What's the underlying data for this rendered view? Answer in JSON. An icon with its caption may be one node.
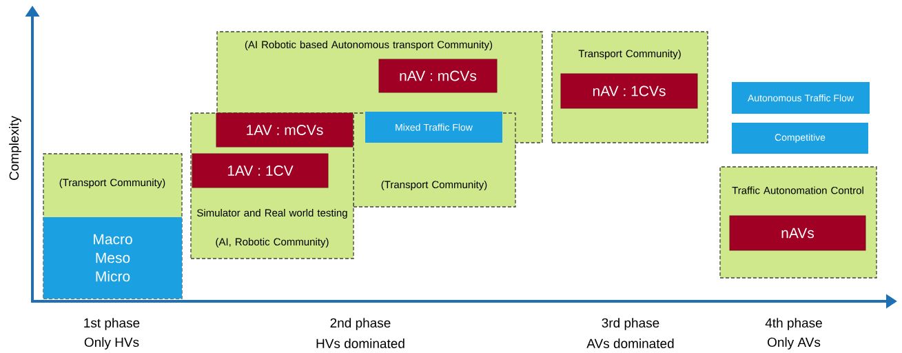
{
  "diagram": {
    "nodes": [
      {
        "text": [
          "(Transport Community)"
        ]
      },
      {
        "text": [
          "Macro Meso Micro"
        ],
        "in": 0
      },
      {
        "text": [
          "(AI Robotic based Autonomous transport Community)"
        ]
      },
      {
        "text": [
          "nAV : mCVs"
        ],
        "in": 2
      },
      {
        "text": [
          "(Transport Community)"
        ]
      },
      {
        "text": [
          "Mixed Traffic Flow"
        ]
      },
      {
        "text": [
          "Simulator and Real world testing",
          "(AI, Robotic Community)"
        ]
      },
      {
        "text": [
          "1AV : mCVs"
        ],
        "in": 6
      },
      {
        "text": [
          "1AV : 1CV"
        ],
        "in": 6
      },
      {
        "text": [
          "Transport Community)"
        ]
      },
      {
        "text": [
          "nAV : 1CVs"
        ],
        "in": 9
      },
      {
        "text": [
          "Autonomous Traffic Flow"
        ]
      },
      {
        "text": [
          "Competitive"
        ]
      },
      {
        "text": [
          "Traffic Autonomation Control"
        ]
      },
      {
        "text": [
          "nAVs"
        ],
        "in": 13
      }
    ],
    "labels": [
      "Complexity",
      "1st phase",
      "Only HVs",
      "2nd phase",
      "HVs dominated",
      "3rd phase",
      "AVs dominated",
      "4th phase",
      "Only AVs"
    ]
  }
}
